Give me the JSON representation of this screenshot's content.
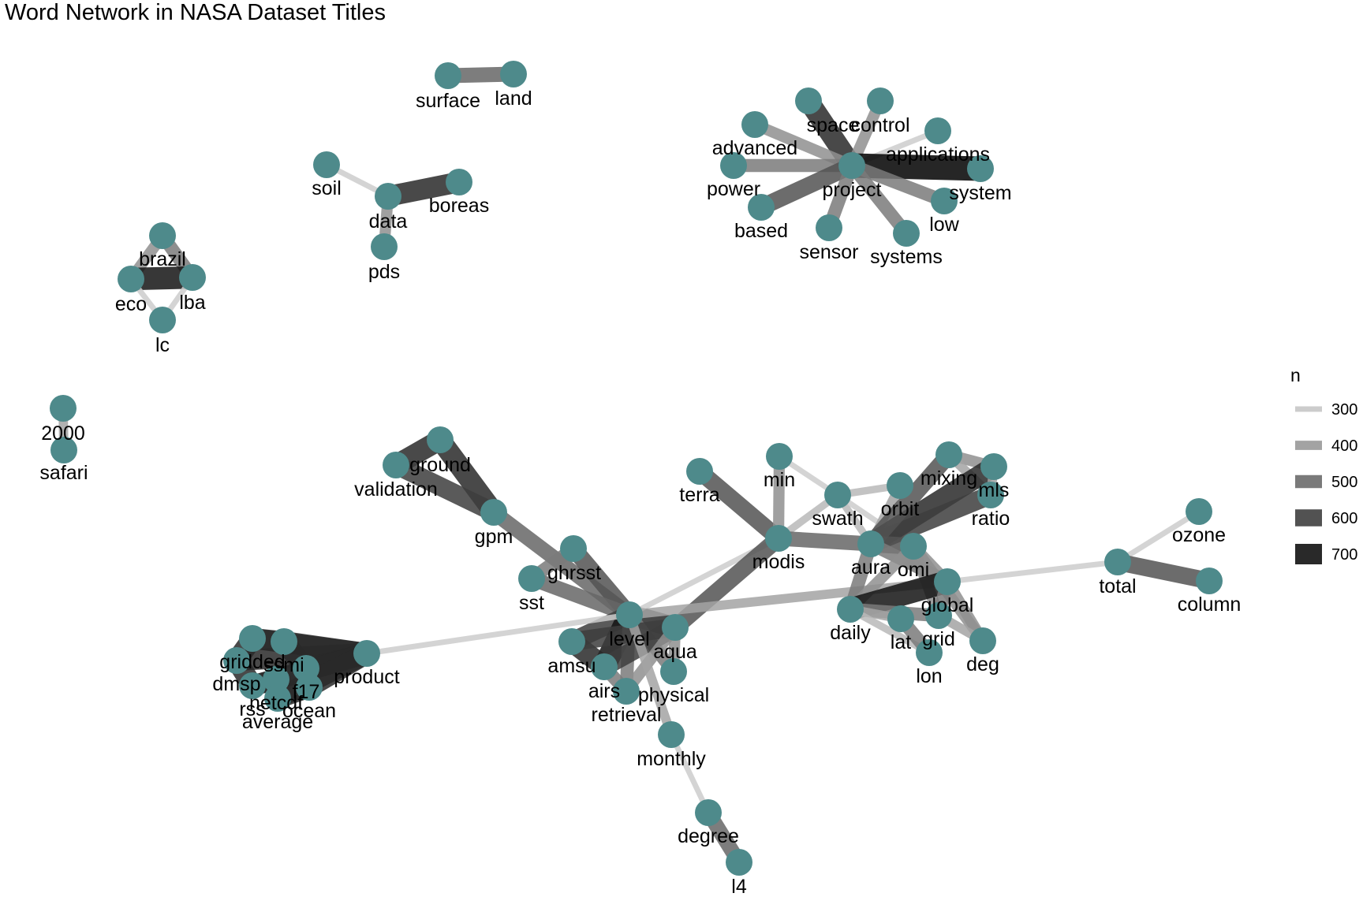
{
  "title": "Word Network in NASA Dataset Titles",
  "node_color": "#4e8a8b",
  "edge_color_light": "#cccccc",
  "edge_color_dark": "#000000",
  "legend": {
    "title": "n",
    "entries": [
      {
        "label": "300",
        "n": 300
      },
      {
        "label": "400",
        "n": 400
      },
      {
        "label": "500",
        "n": 500
      },
      {
        "label": "600",
        "n": 600
      },
      {
        "label": "700",
        "n": 700
      }
    ]
  },
  "chart_data": {
    "type": "network",
    "nodes": [
      "surface",
      "land",
      "soil",
      "data",
      "boreas",
      "pds",
      "brazil",
      "eco",
      "lba",
      "lc",
      "2000",
      "safari",
      "space",
      "control",
      "applications",
      "advanced",
      "power",
      "project",
      "system",
      "based",
      "sensor",
      "systems",
      "low",
      "ground",
      "validation",
      "gpm",
      "ghrsst",
      "sst",
      "level",
      "aqua",
      "amsu",
      "airs",
      "physical",
      "retrieval",
      "monthly",
      "degree",
      "l4",
      "terra",
      "min",
      "modis",
      "swath",
      "orbit",
      "mixing",
      "mls",
      "ratio",
      "aura",
      "omi",
      "global",
      "daily",
      "grid",
      "lat",
      "lon",
      "deg",
      "total",
      "ozone",
      "column",
      "gridded",
      "ssmi",
      "dmsp",
      "f17",
      "netcdf",
      "rss",
      "ocean",
      "average",
      "product"
    ],
    "edges": [
      {
        "from": "surface",
        "to": "land",
        "n": 550
      },
      {
        "from": "soil",
        "to": "data",
        "n": 300
      },
      {
        "from": "data",
        "to": "boreas",
        "n": 700
      },
      {
        "from": "data",
        "to": "pds",
        "n": 450
      },
      {
        "from": "brazil",
        "to": "eco",
        "n": 450
      },
      {
        "from": "brazil",
        "to": "lba",
        "n": 500
      },
      {
        "from": "eco",
        "to": "lba",
        "n": 750
      },
      {
        "from": "eco",
        "to": "lc",
        "n": 300
      },
      {
        "from": "lba",
        "to": "lc",
        "n": 300
      },
      {
        "from": "2000",
        "to": "safari",
        "n": 400
      },
      {
        "from": "space",
        "to": "project",
        "n": 700
      },
      {
        "from": "control",
        "to": "project",
        "n": 450
      },
      {
        "from": "applications",
        "to": "project",
        "n": 300
      },
      {
        "from": "advanced",
        "to": "project",
        "n": 450
      },
      {
        "from": "power",
        "to": "project",
        "n": 500
      },
      {
        "from": "project",
        "to": "system",
        "n": 800
      },
      {
        "from": "based",
        "to": "project",
        "n": 600
      },
      {
        "from": "sensor",
        "to": "project",
        "n": 500
      },
      {
        "from": "systems",
        "to": "project",
        "n": 500
      },
      {
        "from": "low",
        "to": "project",
        "n": 500
      },
      {
        "from": "ground",
        "to": "validation",
        "n": 700
      },
      {
        "from": "ground",
        "to": "gpm",
        "n": 700
      },
      {
        "from": "validation",
        "to": "gpm",
        "n": 650
      },
      {
        "from": "gpm",
        "to": "level",
        "n": 550
      },
      {
        "from": "ghrsst",
        "to": "level",
        "n": 600
      },
      {
        "from": "sst",
        "to": "level",
        "n": 550
      },
      {
        "from": "sst",
        "to": "ghrsst",
        "n": 500
      },
      {
        "from": "level",
        "to": "aqua",
        "n": 700
      },
      {
        "from": "level",
        "to": "amsu",
        "n": 650
      },
      {
        "from": "level",
        "to": "airs",
        "n": 750
      },
      {
        "from": "level",
        "to": "physical",
        "n": 500
      },
      {
        "from": "level",
        "to": "retrieval",
        "n": 500
      },
      {
        "from": "amsu",
        "to": "airs",
        "n": 700
      },
      {
        "from": "amsu",
        "to": "aqua",
        "n": 650
      },
      {
        "from": "airs",
        "to": "aqua",
        "n": 650
      },
      {
        "from": "airs",
        "to": "retrieval",
        "n": 500
      },
      {
        "from": "aqua",
        "to": "physical",
        "n": 450
      },
      {
        "from": "aqua",
        "to": "retrieval",
        "n": 450
      },
      {
        "from": "level",
        "to": "monthly",
        "n": 400
      },
      {
        "from": "monthly",
        "to": "degree",
        "n": 300
      },
      {
        "from": "degree",
        "to": "l4",
        "n": 550
      },
      {
        "from": "product",
        "to": "level",
        "n": 300
      },
      {
        "from": "level",
        "to": "modis",
        "n": 300
      },
      {
        "from": "aqua",
        "to": "modis",
        "n": 600
      },
      {
        "from": "level",
        "to": "global",
        "n": 400
      },
      {
        "from": "terra",
        "to": "modis",
        "n": 600
      },
      {
        "from": "min",
        "to": "modis",
        "n": 450
      },
      {
        "from": "min",
        "to": "swath",
        "n": 300
      },
      {
        "from": "modis",
        "to": "swath",
        "n": 350
      },
      {
        "from": "modis",
        "to": "aura",
        "n": 550
      },
      {
        "from": "swath",
        "to": "orbit",
        "n": 350
      },
      {
        "from": "swath",
        "to": "aura",
        "n": 350
      },
      {
        "from": "swath",
        "to": "omi",
        "n": 300
      },
      {
        "from": "orbit",
        "to": "aura",
        "n": 400
      },
      {
        "from": "mixing",
        "to": "mls",
        "n": 450
      },
      {
        "from": "mixing",
        "to": "ratio",
        "n": 400
      },
      {
        "from": "mls",
        "to": "aura",
        "n": 700
      },
      {
        "from": "ratio",
        "to": "aura",
        "n": 650
      },
      {
        "from": "mixing",
        "to": "aura",
        "n": 600
      },
      {
        "from": "mls",
        "to": "ratio",
        "n": 400
      },
      {
        "from": "aura",
        "to": "omi",
        "n": 600
      },
      {
        "from": "aura",
        "to": "daily",
        "n": 500
      },
      {
        "from": "aura",
        "to": "global",
        "n": 500
      },
      {
        "from": "omi",
        "to": "global",
        "n": 450
      },
      {
        "from": "omi",
        "to": "grid",
        "n": 450
      },
      {
        "from": "omi",
        "to": "deg",
        "n": 450
      },
      {
        "from": "omi",
        "to": "daily",
        "n": 450
      },
      {
        "from": "daily",
        "to": "global",
        "n": 750
      },
      {
        "from": "daily",
        "to": "grid",
        "n": 500
      },
      {
        "from": "daily",
        "to": "lat",
        "n": 400
      },
      {
        "from": "daily",
        "to": "lon",
        "n": 350
      },
      {
        "from": "global",
        "to": "grid",
        "n": 500
      },
      {
        "from": "global",
        "to": "deg",
        "n": 450
      },
      {
        "from": "grid",
        "to": "deg",
        "n": 400
      },
      {
        "from": "lat",
        "to": "lon",
        "n": 500
      },
      {
        "from": "global",
        "to": "total",
        "n": 300
      },
      {
        "from": "total",
        "to": "ozone",
        "n": 300
      },
      {
        "from": "total",
        "to": "column",
        "n": 600
      },
      {
        "from": "gridded",
        "to": "product",
        "n": 700
      },
      {
        "from": "ssmi",
        "to": "product",
        "n": 700
      },
      {
        "from": "dmsp",
        "to": "product",
        "n": 700
      },
      {
        "from": "f17",
        "to": "product",
        "n": 700
      },
      {
        "from": "netcdf",
        "to": "product",
        "n": 700
      },
      {
        "from": "rss",
        "to": "product",
        "n": 700
      },
      {
        "from": "ocean",
        "to": "product",
        "n": 700
      },
      {
        "from": "average",
        "to": "product",
        "n": 700
      },
      {
        "from": "gridded",
        "to": "ssmi",
        "n": 700
      },
      {
        "from": "dmsp",
        "to": "gridded",
        "n": 700
      },
      {
        "from": "rss",
        "to": "netcdf",
        "n": 700
      },
      {
        "from": "ocean",
        "to": "average",
        "n": 700
      },
      {
        "from": "f17",
        "to": "ssmi",
        "n": 700
      },
      {
        "from": "dmsp",
        "to": "rss",
        "n": 700
      }
    ]
  }
}
